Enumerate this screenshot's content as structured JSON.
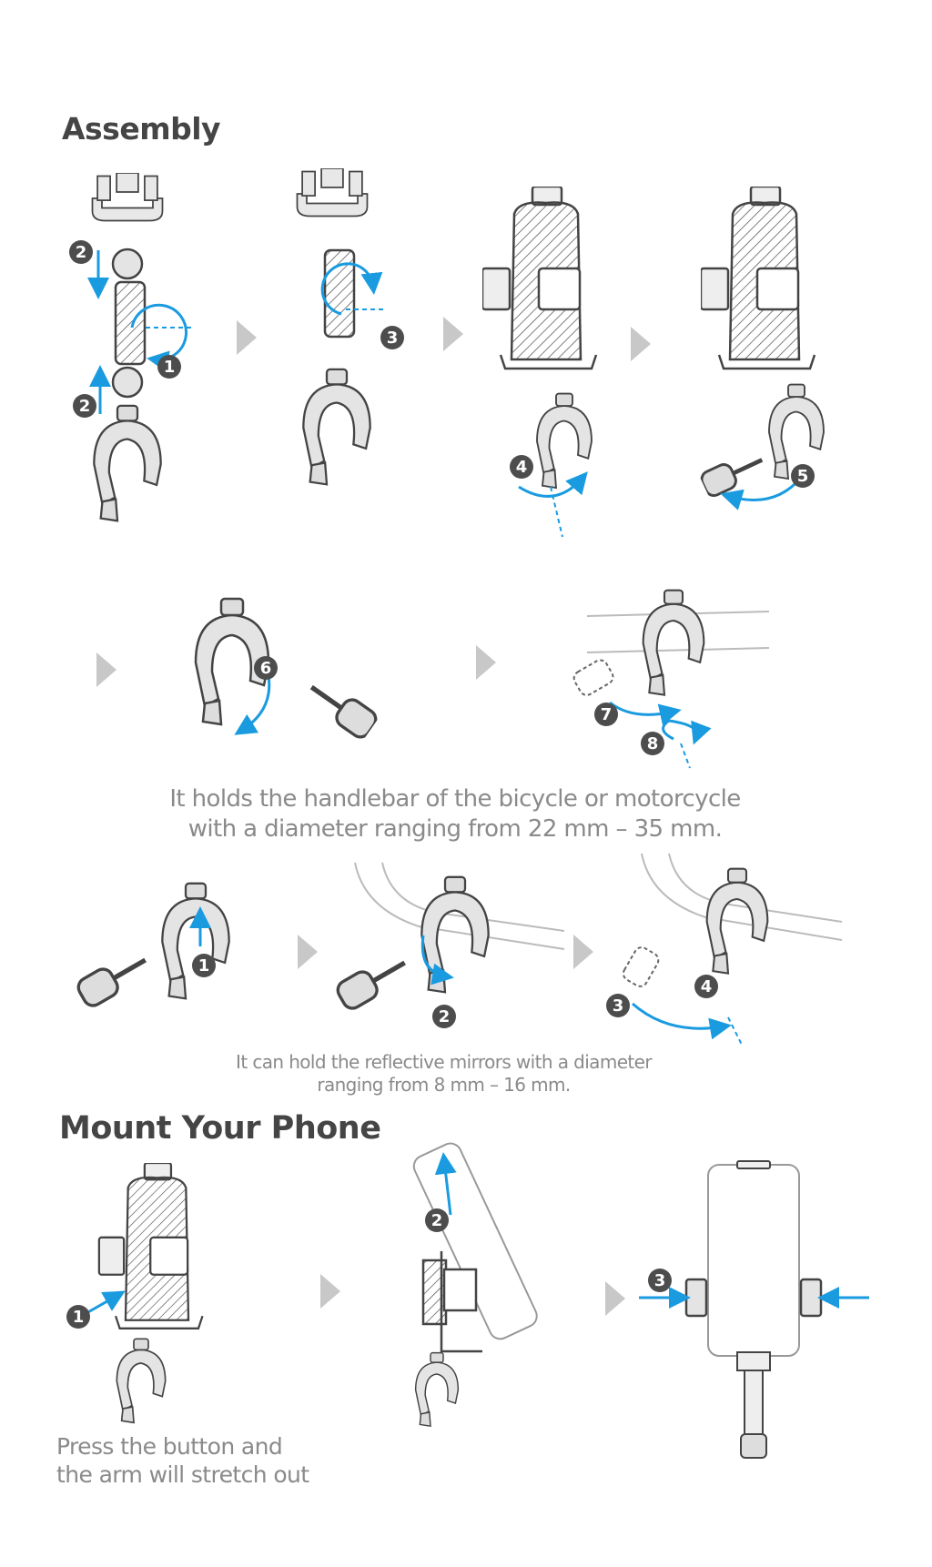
{
  "assembly": {
    "title": "Assembly",
    "steps_row1": [
      "2",
      "1",
      "2",
      "3",
      "4",
      "5"
    ],
    "steps_row2": [
      "6",
      "7",
      "8"
    ],
    "handlebar_caption_line1": "It holds the handlebar of the bicycle or motorcycle",
    "handlebar_caption_line2": "with a diameter ranging from 22 mm – 35 mm.",
    "steps_row3": [
      "1",
      "2",
      "3",
      "4"
    ],
    "mirror_caption_line1": "It can hold the reflective mirrors with a diameter",
    "mirror_caption_line2": "ranging from 8 mm – 16 mm."
  },
  "mount": {
    "title": "Mount Your Phone",
    "steps": [
      "1",
      "2",
      "3"
    ],
    "caption_line1": "Press the button and",
    "caption_line2": "the arm will stretch out"
  },
  "colors": {
    "accent": "#1a9be0",
    "badge": "#4d4d4d",
    "heading": "#454545",
    "caption": "#8a8a8a"
  }
}
